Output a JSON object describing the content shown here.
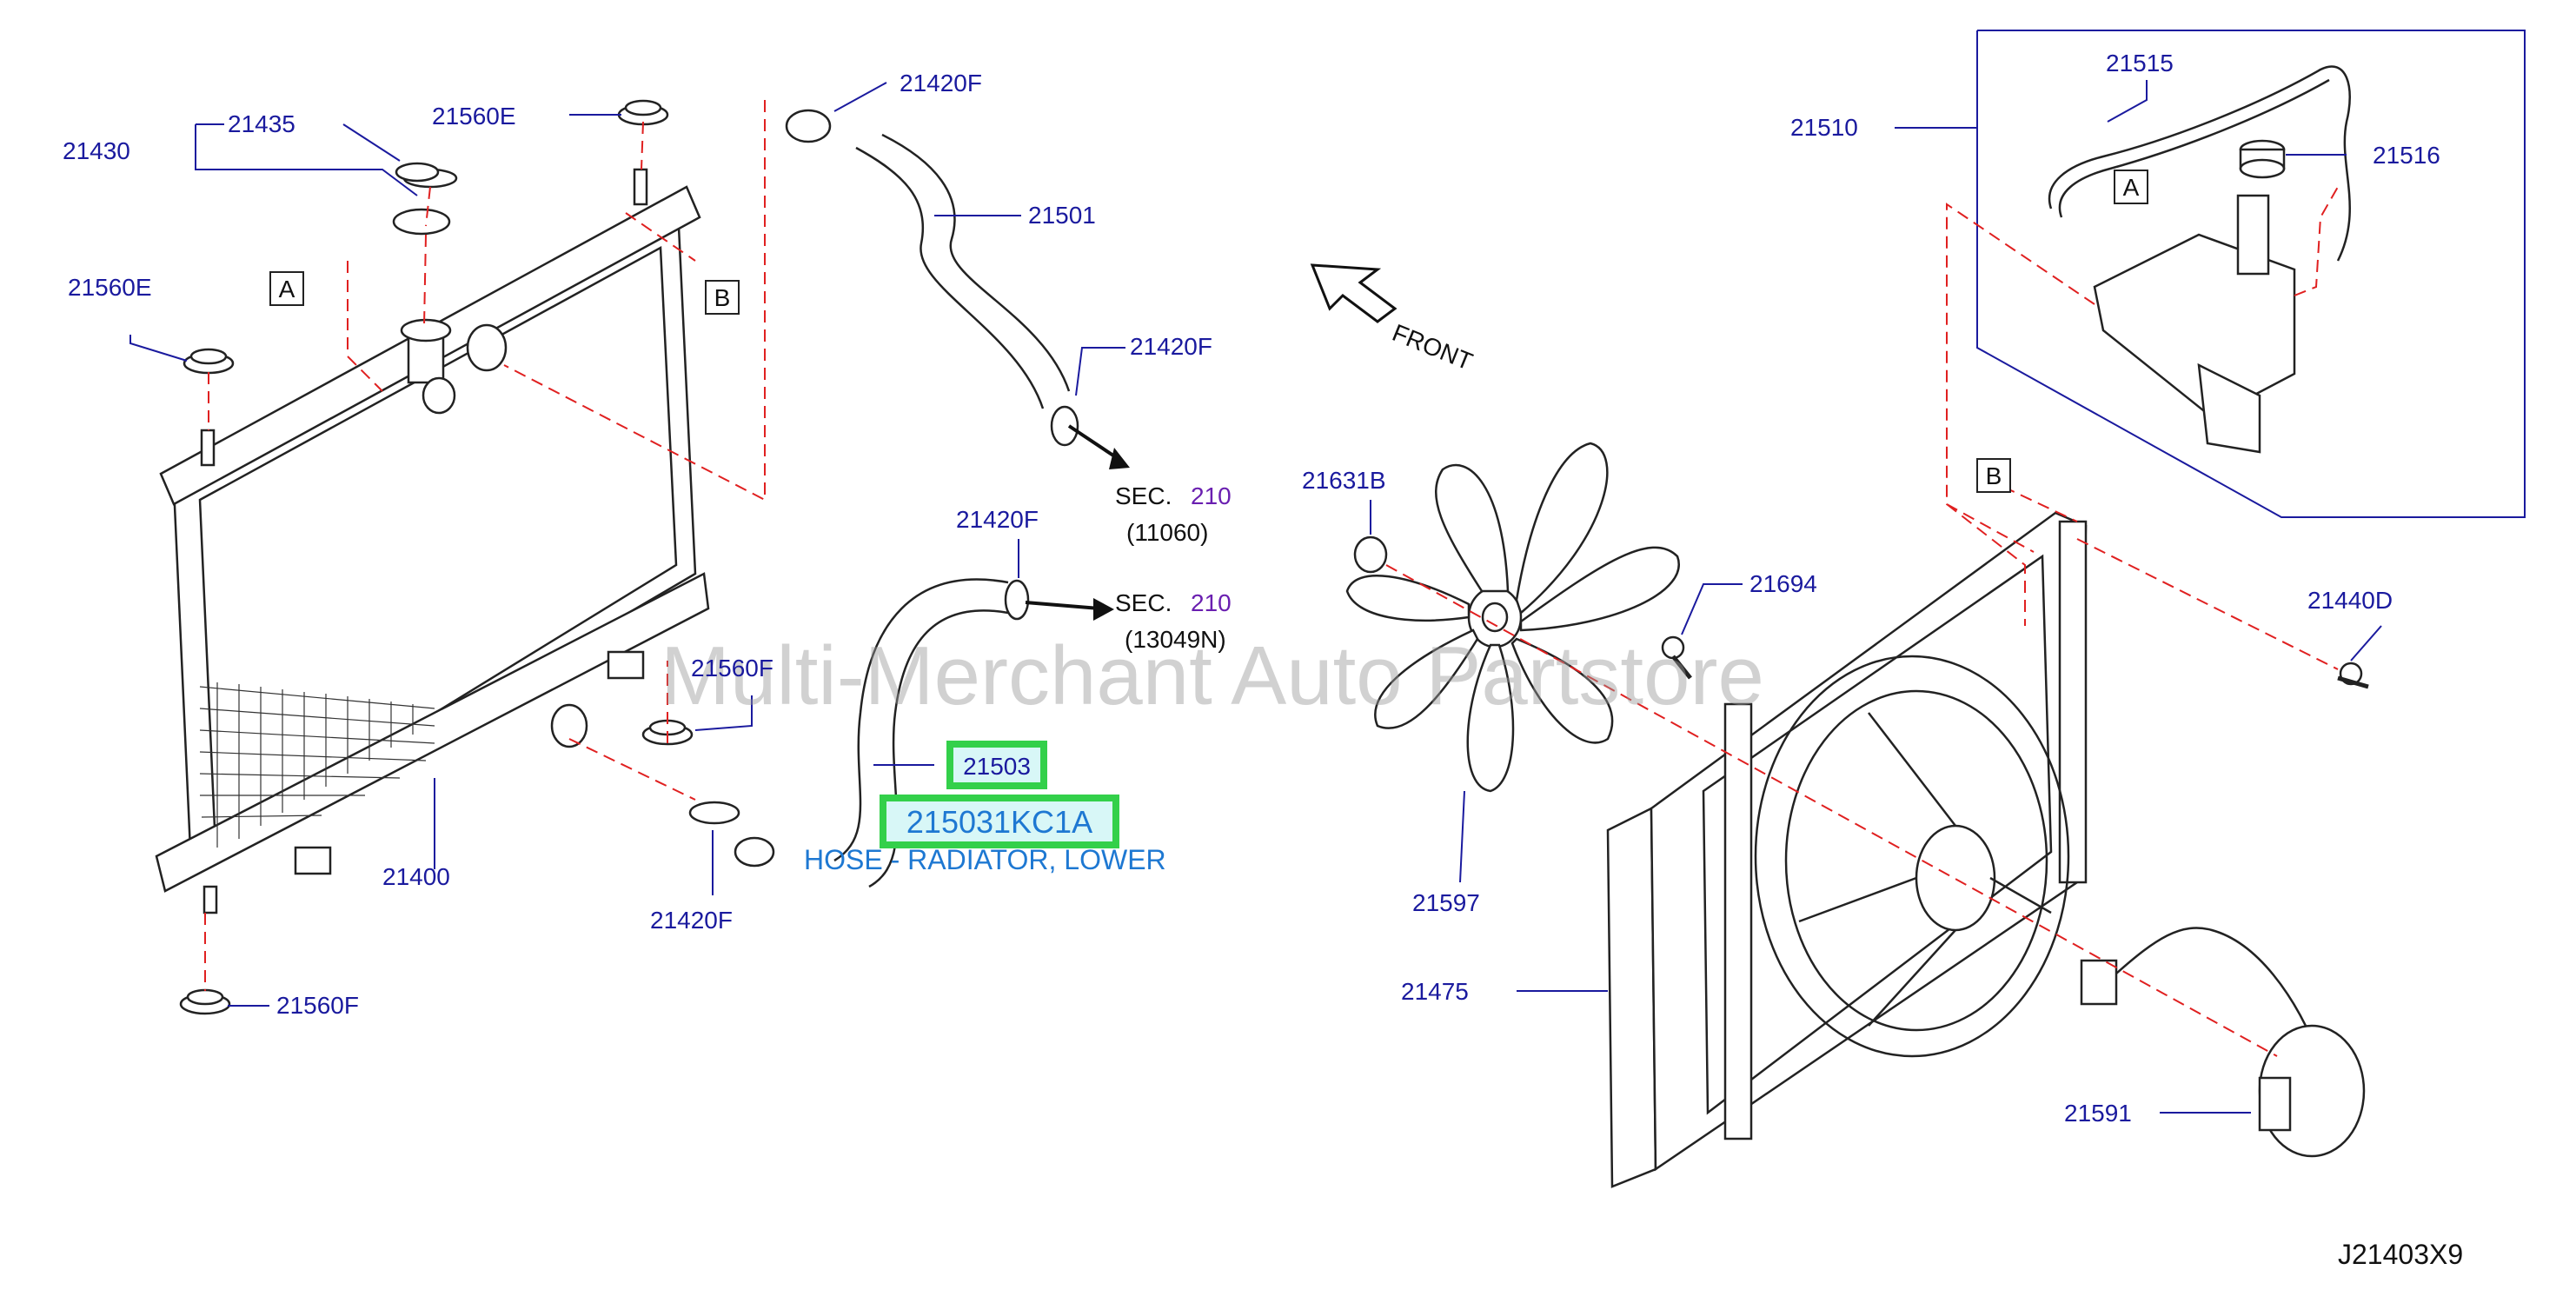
{
  "watermark": "Multi-Merchant Auto Partstore",
  "diagram_code": "J21403X9",
  "front_label": "FRONT",
  "callouts": {
    "c21430": "21430",
    "c21435": "21435",
    "c21560E_a": "21560E",
    "c21560E_b": "21560E",
    "c21420F_a": "21420F",
    "c21501": "21501",
    "c21420F_b": "21420F",
    "c21420F_c": "21420F",
    "c21560F_a": "21560F",
    "c21503": "21503",
    "c21400": "21400",
    "c21420F_d": "21420F",
    "c21560F_b": "21560F",
    "c21510": "21510",
    "c21515": "21515",
    "c21516": "21516",
    "c21631B": "21631B",
    "c21694": "21694",
    "c21440D": "21440D",
    "c21597": "21597",
    "c21475": "21475",
    "c21591": "21591"
  },
  "ref_boxes": {
    "a_left": "A",
    "b_left": "B",
    "a_right": "A",
    "b_right": "B"
  },
  "sections": {
    "sec1_prefix": "SEC.",
    "sec1_num": "210",
    "sec1_code": "(11060)",
    "sec2_prefix": "SEC.",
    "sec2_num": "210",
    "sec2_code": "(13049N)"
  },
  "highlight": {
    "part_number": "215031KC1A",
    "description": "HOSE - RADIATOR, LOWER"
  },
  "colors": {
    "label_blue": "#1a1a9e",
    "leader_red": "#e02020",
    "highlight_green": "#33d04a",
    "highlight_text": "#1e78d2",
    "section_purple": "#6a1fb0"
  }
}
